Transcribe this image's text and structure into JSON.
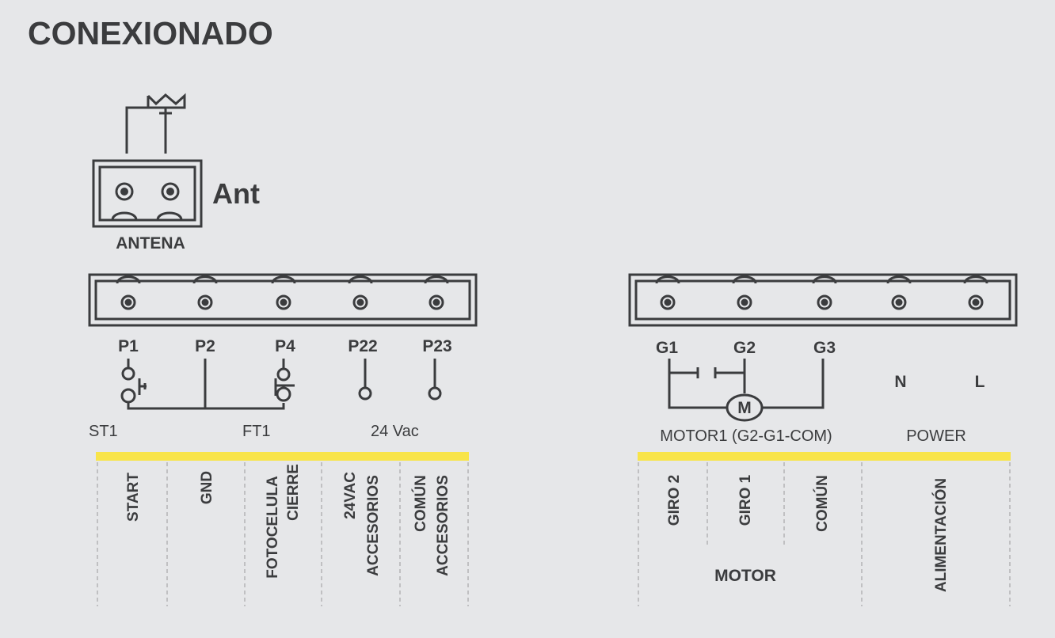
{
  "title": "CONEXIONADO",
  "antenna": {
    "tag": "Ant",
    "label": "ANTENA"
  },
  "left_block": {
    "terminals": [
      "P1",
      "P2",
      "P4",
      "P22",
      "P23"
    ],
    "under_labels": {
      "st": "ST1",
      "ft": "FT1",
      "vac": "24 Vac"
    },
    "functions": [
      [
        "START"
      ],
      [
        "GND"
      ],
      [
        "FOTOCELULA",
        "CIERRE"
      ],
      [
        "24VAC",
        "ACCESORIOS"
      ],
      [
        "COMÚN",
        "ACCESORIOS"
      ]
    ]
  },
  "right_block": {
    "terminals": [
      "G1",
      "G2",
      "G3",
      "N",
      "L"
    ],
    "motor_symbol": "M",
    "under_labels": {
      "motor": "MOTOR1 (G2-G1-COM)",
      "power": "POWER"
    },
    "functions": [
      [
        "GIRO 2"
      ],
      [
        "GIRO 1"
      ],
      [
        "COMÚN"
      ],
      [
        "ALIMENTACIÓN"
      ]
    ],
    "group_label": "MOTOR"
  },
  "colors": {
    "background": "#e6e7e9",
    "ink": "#3b3c3e",
    "highlight": "#f8e44a",
    "divider": "#b3b4b6"
  }
}
